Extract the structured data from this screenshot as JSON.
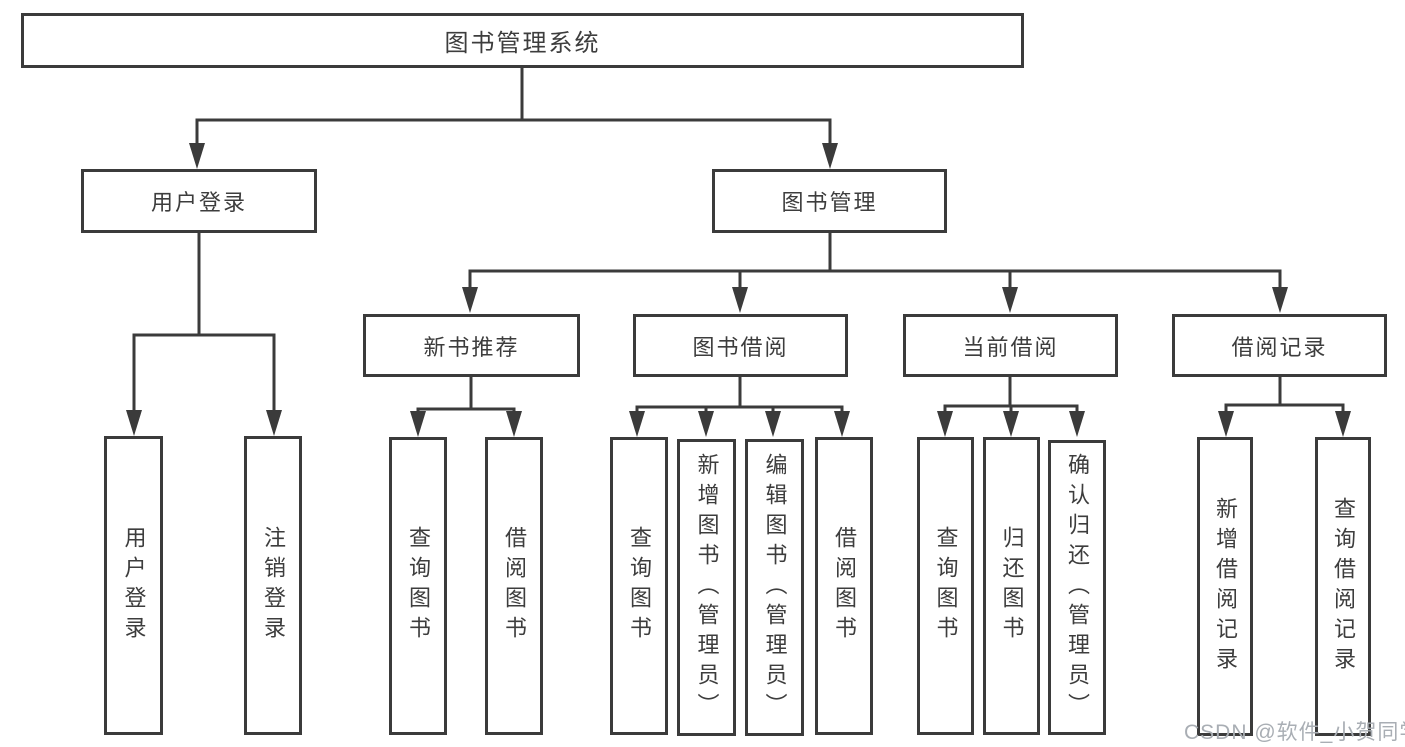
{
  "diagram": {
    "type": "hierarchy-tree",
    "colors": {
      "line": "#3b3b3b",
      "border": "#3b3b3b",
      "text": "#3d3d3d",
      "background": "#ffffff",
      "watermark": "#a9aeb4"
    },
    "root": {
      "label": "图书管理系统"
    },
    "branches": [
      {
        "label": "用户登录",
        "children": [
          {
            "label": "用户登录"
          },
          {
            "label": "注销登录"
          }
        ]
      },
      {
        "label": "图书管理",
        "children": [
          {
            "label": "新书推荐",
            "children": [
              {
                "label": "查询图书"
              },
              {
                "label": "借阅图书"
              }
            ]
          },
          {
            "label": "图书借阅",
            "children": [
              {
                "label": "查询图书"
              },
              {
                "label": "新增图书（管理员）"
              },
              {
                "label": "编辑图书（管理员）"
              },
              {
                "label": "借阅图书"
              }
            ]
          },
          {
            "label": "当前借阅",
            "children": [
              {
                "label": "查询图书"
              },
              {
                "label": "归还图书"
              },
              {
                "label": "确认归还（管理员）"
              }
            ]
          },
          {
            "label": "借阅记录",
            "children": [
              {
                "label": "新增借阅记录"
              },
              {
                "label": "查询借阅记录"
              }
            ]
          }
        ]
      }
    ],
    "watermark": "CSDN @软件_小贺同学"
  }
}
